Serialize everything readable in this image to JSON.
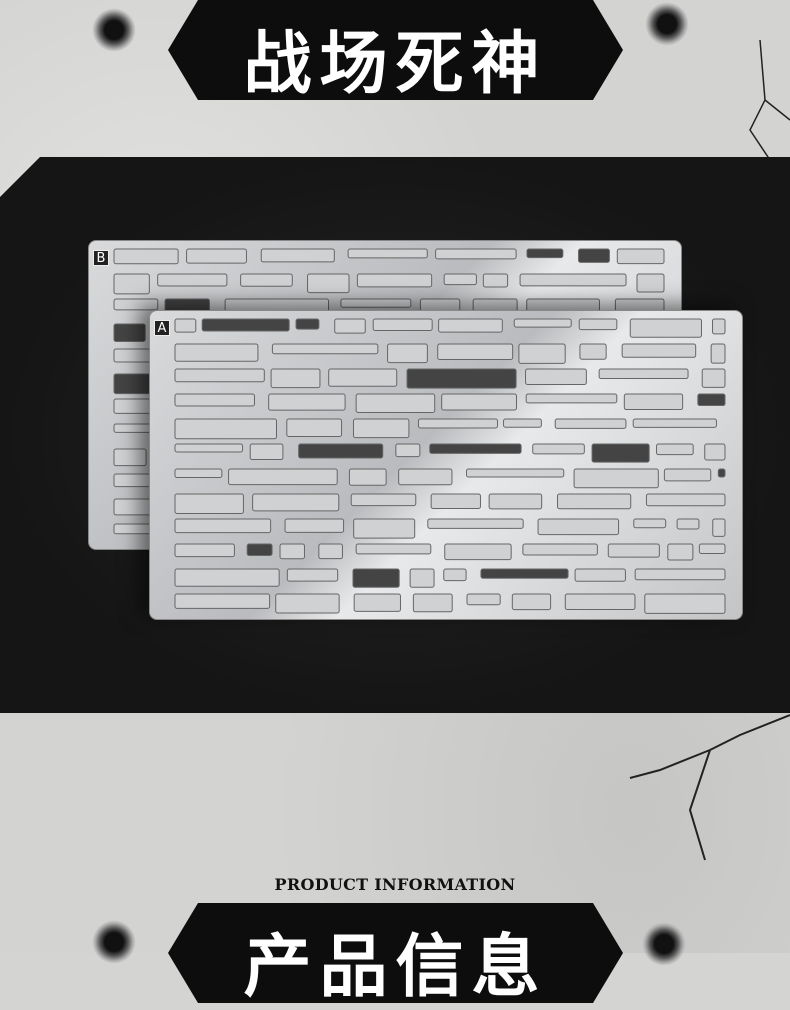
{
  "header": {
    "title": "战场死神"
  },
  "product_image": {
    "sheet_a_label": "A",
    "sheet_b_label": "B"
  },
  "section": {
    "subtitle": "PRODUCT INFORMATION",
    "title": "产品信息"
  },
  "colors": {
    "banner": "#0d0d0d",
    "background": "#d3d3d1",
    "panel": "#151515"
  }
}
